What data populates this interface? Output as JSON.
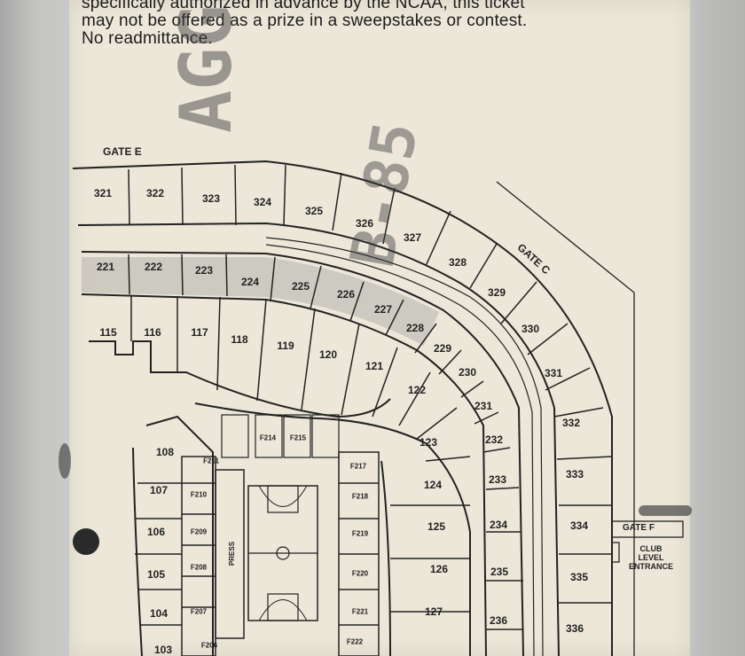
{
  "disclaimer": {
    "line1": "specifically authorized in advance by the NCAA, this ticket",
    "line2": "may not be offered as a prize in a sweepstakes or contest.",
    "line3": "No readmittance."
  },
  "gates": {
    "e": "GATE E",
    "c": "GATE C",
    "f": "GATE F",
    "club": [
      "CLUB",
      "LEVEL",
      "ENTRANCE"
    ]
  },
  "stamp": {
    "text": "AGGS-TO",
    "number": "B-85"
  },
  "press_label": "PRESS",
  "sections_300": [
    "321",
    "322",
    "323",
    "324",
    "325",
    "326",
    "327",
    "328",
    "329",
    "330",
    "331",
    "332",
    "333",
    "334",
    "335",
    "336"
  ],
  "sections_200": [
    "221",
    "222",
    "223",
    "224",
    "225",
    "226",
    "227",
    "228",
    "229",
    "230",
    "231",
    "232",
    "233",
    "234",
    "235",
    "236"
  ],
  "sections_100": [
    "115",
    "116",
    "117",
    "118",
    "119",
    "120",
    "121",
    "122",
    "123",
    "124",
    "125",
    "126",
    "127",
    "108",
    "107",
    "106",
    "105",
    "104",
    "103"
  ],
  "floor_sections": [
    "F214",
    "F215",
    "F211",
    "F210",
    "F209",
    "F208",
    "F207",
    "F206",
    "F217",
    "F218",
    "F219",
    "F220",
    "F221",
    "F222"
  ],
  "colors": {
    "paper": "#ece7d9",
    "ink": "#222222",
    "shade": "#bdbab3"
  }
}
